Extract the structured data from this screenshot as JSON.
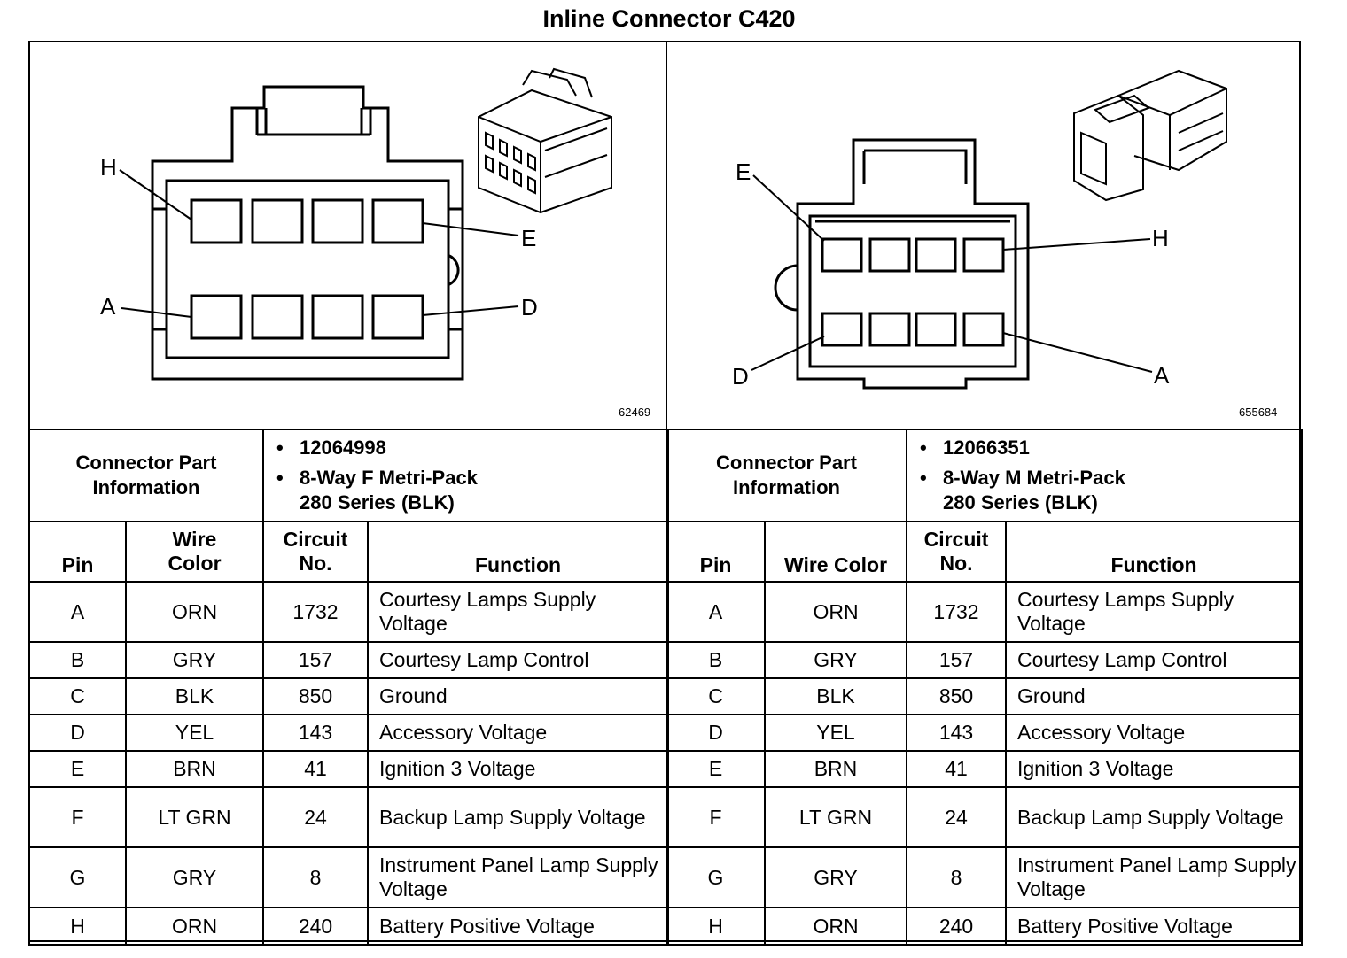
{
  "title": "Inline Connector C420",
  "left": {
    "figure_number": "62469",
    "pin_labels": {
      "top_left": "H",
      "top_right": "E",
      "bottom_left": "A",
      "bottom_right": "D"
    },
    "info_label": "Connector Part Information",
    "part_number": "12064998",
    "part_desc_line1": "8-Way F Metri-Pack",
    "part_desc_line2": "280 Series (BLK)",
    "headers": {
      "pin": "Pin",
      "wire_color": "Wire Color",
      "circuit": "Circuit No.",
      "function": "Function"
    },
    "rows": [
      {
        "pin": "A",
        "color": "ORN",
        "circuit": "1732",
        "function": "Courtesy Lamps Supply Voltage"
      },
      {
        "pin": "B",
        "color": "GRY",
        "circuit": "157",
        "function": "Courtesy Lamp Control"
      },
      {
        "pin": "C",
        "color": "BLK",
        "circuit": "850",
        "function": "Ground"
      },
      {
        "pin": "D",
        "color": "YEL",
        "circuit": "143",
        "function": "Accessory Voltage"
      },
      {
        "pin": "E",
        "color": "BRN",
        "circuit": "41",
        "function": "Ignition 3 Voltage"
      },
      {
        "pin": "F",
        "color": "LT GRN",
        "circuit": "24",
        "function": "Backup Lamp Supply Voltage"
      },
      {
        "pin": "G",
        "color": "GRY",
        "circuit": "8",
        "function": "Instrument Panel Lamp Supply Voltage"
      },
      {
        "pin": "H",
        "color": "ORN",
        "circuit": "240",
        "function": "Battery Positive Voltage"
      }
    ]
  },
  "right": {
    "figure_number": "655684",
    "pin_labels": {
      "top_left": "E",
      "top_right": "H",
      "bottom_left": "D",
      "bottom_right": "A"
    },
    "info_label": "Connector Part Information",
    "part_number": "12066351",
    "part_desc_line1": "8-Way M Metri-Pack",
    "part_desc_line2": "280 Series (BLK)",
    "headers": {
      "pin": "Pin",
      "wire_color": "Wire Color",
      "circuit": "Circuit No.",
      "function": "Function"
    },
    "rows": [
      {
        "pin": "A",
        "color": "ORN",
        "circuit": "1732",
        "function": "Courtesy Lamps Supply Voltage"
      },
      {
        "pin": "B",
        "color": "GRY",
        "circuit": "157",
        "function": "Courtesy Lamp Control"
      },
      {
        "pin": "C",
        "color": "BLK",
        "circuit": "850",
        "function": "Ground"
      },
      {
        "pin": "D",
        "color": "YEL",
        "circuit": "143",
        "function": "Accessory Voltage"
      },
      {
        "pin": "E",
        "color": "BRN",
        "circuit": "41",
        "function": "Ignition 3 Voltage"
      },
      {
        "pin": "F",
        "color": "LT GRN",
        "circuit": "24",
        "function": "Backup Lamp Supply Voltage"
      },
      {
        "pin": "G",
        "color": "GRY",
        "circuit": "8",
        "function": "Instrument Panel Lamp Supply Voltage"
      },
      {
        "pin": "H",
        "color": "ORN",
        "circuit": "240",
        "function": "Battery Positive Voltage"
      }
    ]
  }
}
